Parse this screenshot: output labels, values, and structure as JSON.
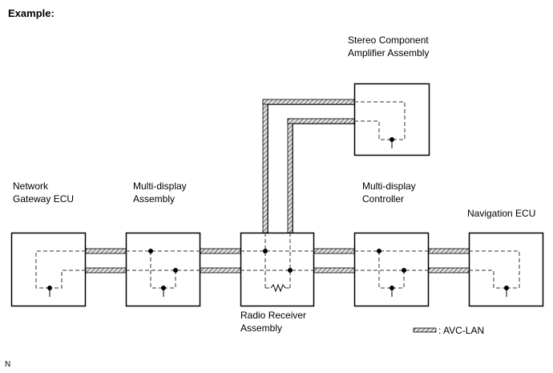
{
  "title": "Example:",
  "components": {
    "network_gateway": "Network\nGateway ECU",
    "multi_display_assembly": "Multi-display\nAssembly",
    "radio_receiver": "Radio Receiver\nAssembly",
    "multi_display_controller": "Multi-display\nController",
    "navigation": "Navigation ECU",
    "stereo_amp": "Stereo Component\nAmplifier Assembly"
  },
  "legend": {
    "symbol": "hatched-cable",
    "label": ": AVC-LAN"
  },
  "footer": "N",
  "colors": {
    "line": "#000000",
    "dash": "#333333",
    "hatch_fill": "#cccccc"
  }
}
